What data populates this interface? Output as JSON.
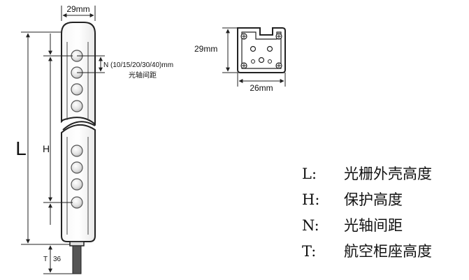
{
  "labels": {
    "top_width": "29mm",
    "pitch": "N (10/15/20/30/40)mm",
    "pitch_sub": "光轴间距",
    "length_L": "L",
    "height_H": "H",
    "connector_T": "T",
    "connector_value": "36",
    "section_height": "29mm",
    "section_width": "26mm"
  },
  "legend": [
    {
      "key": "L:",
      "desc": "光栅外壳高度"
    },
    {
      "key": "H:",
      "desc": "保护高度"
    },
    {
      "key": "N:",
      "desc": "光轴间距"
    },
    {
      "key": "T:",
      "desc": "航空柜座高度"
    }
  ]
}
